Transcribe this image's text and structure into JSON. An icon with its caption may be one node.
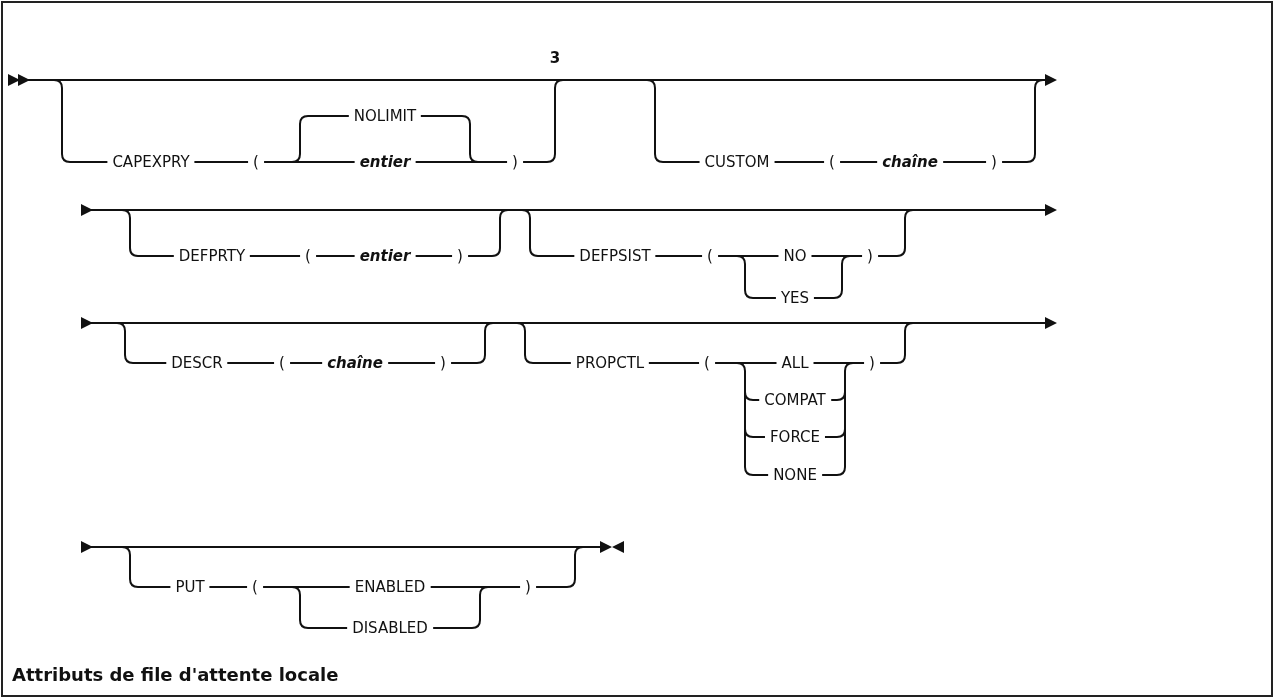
{
  "diagram": {
    "caption": "Attributs de file d'attente locale",
    "labels": [
      "3",
      "NOLIMIT",
      "CAPEXPRY",
      "(",
      "entier",
      ")",
      "CUSTOM",
      "(",
      "chaîne",
      ")",
      "DEFPRTY",
      "(",
      "entier",
      ")",
      "DEFPSIST",
      "(",
      "NO",
      ")",
      "YES",
      "DESCR",
      "(",
      "chaîne",
      ")",
      "PROPCTL",
      "(",
      "ALL",
      ")",
      "COMPAT",
      "FORCE",
      "NONE",
      "PUT",
      "(",
      "ENABLED",
      ")",
      "DISABLED"
    ]
  }
}
